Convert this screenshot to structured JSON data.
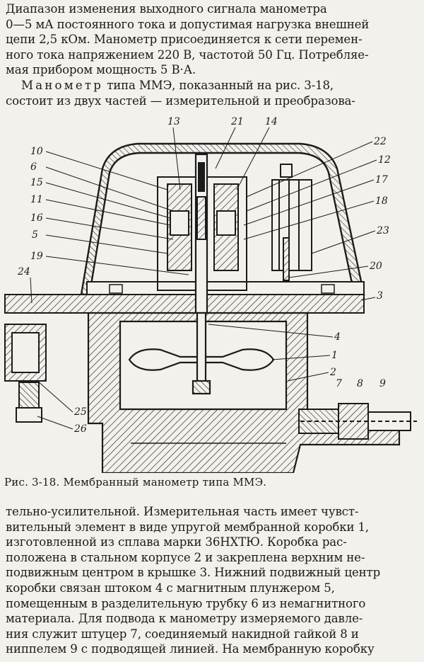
{
  "top_text": {
    "line1": "Диапазон изменения выходного сигнала манометра",
    "line2": "0—5 мА постоянного тока и допустимая нагрузка внешней",
    "line3": "цепи 2,5 кОм. Манометр присоединяется к сети перемен-",
    "line4": "ного тока напряжением 220 В, частотой 50 Гц. Потребляе-",
    "line5": "мая прибором мощность 5 В·А.",
    "line6_spaced": "Манометр",
    "line6_rest": "типа ММЭ, показанный на рис. 3-18,",
    "line7": "состоит из двух частей — измерительной и преобразова-"
  },
  "figure": {
    "labels": [
      "13",
      "21",
      "14",
      "10",
      "6",
      "15",
      "11",
      "16",
      "5",
      "19",
      "24",
      "22",
      "12",
      "17",
      "18",
      "23",
      "20",
      "3",
      "4",
      "1",
      "2",
      "7",
      "8",
      "9",
      "25",
      "26"
    ]
  },
  "caption": "Рис. 3-18. Мембранный манометр типа ММЭ.",
  "bottom_text": {
    "line1": "тельно-усилительной. Измерительная часть имеет чувст-",
    "line2": "вительный элемент в виде упругой мембранной коробки 1,",
    "line3": "изготовленной из сплава марки 36НХТЮ. Коробка рас-",
    "line4": "положена в стальном корпусе 2 и закреплена верхним не-",
    "line5": "подвижным центром в крышке 3. Нижний подвижный центр",
    "line6": "коробки связан штоком 4 с магнитным плунжером 5,",
    "line7": "помещенным в разделительную трубку 6 из немагнитного",
    "line8": "материала. Для подвода к манометру измеряемого давле-",
    "line9": "ния служит штуцер 7, соединяемый накидной гайкой 8 и",
    "line10": "ниппелем 9 с подводящей линией. На мембранную коробку"
  }
}
